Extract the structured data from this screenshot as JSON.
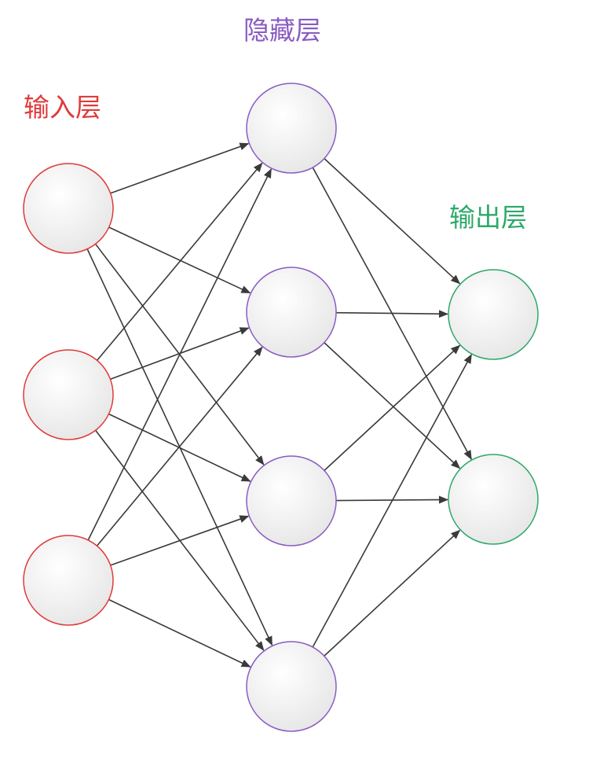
{
  "labels": {
    "input": "输入层",
    "hidden": "隐藏层",
    "output": "输出层"
  },
  "colors": {
    "input": "#e03a3a",
    "hidden": "#8a5cc2",
    "output": "#2ea86a",
    "edge": "#3a3a3a",
    "node_fill_light": "#ffffff",
    "node_fill_dark": "#e6e6e6"
  },
  "layers": {
    "input": {
      "count": 3
    },
    "hidden": {
      "count": 4
    },
    "output": {
      "count": 2
    }
  },
  "connections": [
    {
      "from": "input",
      "to": "hidden",
      "type": "fully-connected"
    },
    {
      "from": "hidden",
      "to": "output",
      "type": "fully-connected"
    }
  ]
}
